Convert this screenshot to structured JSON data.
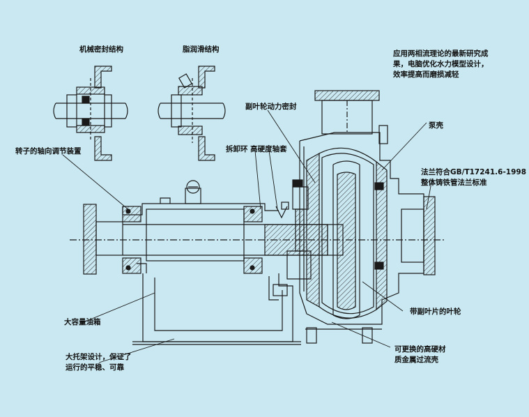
{
  "labels": {
    "mech_seal": "机械密封结构",
    "grease": "脂润滑结构",
    "efficiency_line1": "应用两相流理论的最新研究成",
    "efficiency_line2": "果，电脑优化水力模型设计，",
    "efficiency_line3": "效率提高而磨损减轻",
    "expeller_seal": "副叶轮动力密封",
    "pump_casing": "泵壳",
    "axial_adjust": "转子的轴向调节装置",
    "dismantle_ring": "拆卸环 高硬度轴套",
    "flange_line1": "法兰符合GB/T17241.6-1998",
    "flange_line2": "整体铸铁管法兰标准",
    "oil_box": "大容量油箱",
    "impeller": "带副叶片的叶轮",
    "bracket_line1": "大托架设计，保证了",
    "bracket_line2": "运行的平稳、可靠",
    "liner_line1": "可更换的高硬材",
    "liner_line2": "质金属过流壳"
  },
  "colors": {
    "background": "#C9E8F1",
    "line": "#1A1A1A",
    "hatch": "#333333"
  }
}
